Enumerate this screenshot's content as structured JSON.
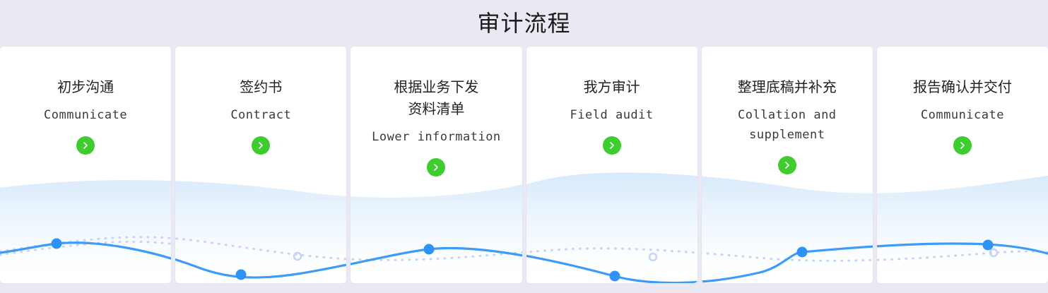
{
  "page": {
    "title": "审计流程",
    "background_color": "#eae8f2",
    "card_background": "#ffffff"
  },
  "theme": {
    "accent_green": "#3fcc2e",
    "line_blue": "#3d9bfa",
    "dot_blue": "#2d93f7",
    "dotted_blue": "#c3d4f5",
    "wave_fill": "#dceaf9",
    "title_color": "#1a1a1a"
  },
  "steps": [
    {
      "index": 1,
      "title_cn": "初步沟通",
      "title_en": "Communicate",
      "arrow_icon": "chevron-right-icon"
    },
    {
      "index": 2,
      "title_cn": "签约书",
      "title_en": "Contract",
      "arrow_icon": "chevron-right-icon"
    },
    {
      "index": 3,
      "title_cn": "根据业务下发\n资料清单",
      "title_en": "Lower information",
      "arrow_icon": "chevron-right-icon"
    },
    {
      "index": 4,
      "title_cn": "我方审计",
      "title_en": "Field audit",
      "arrow_icon": "chevron-right-icon"
    },
    {
      "index": 5,
      "title_cn": "整理底稿并补充",
      "title_en": "Collation and\nsupplement",
      "arrow_icon": "chevron-right-icon"
    },
    {
      "index": 6,
      "title_cn": "报告确认并交付",
      "title_en": "Communicate",
      "arrow_icon": "chevron-right-icon"
    }
  ]
}
